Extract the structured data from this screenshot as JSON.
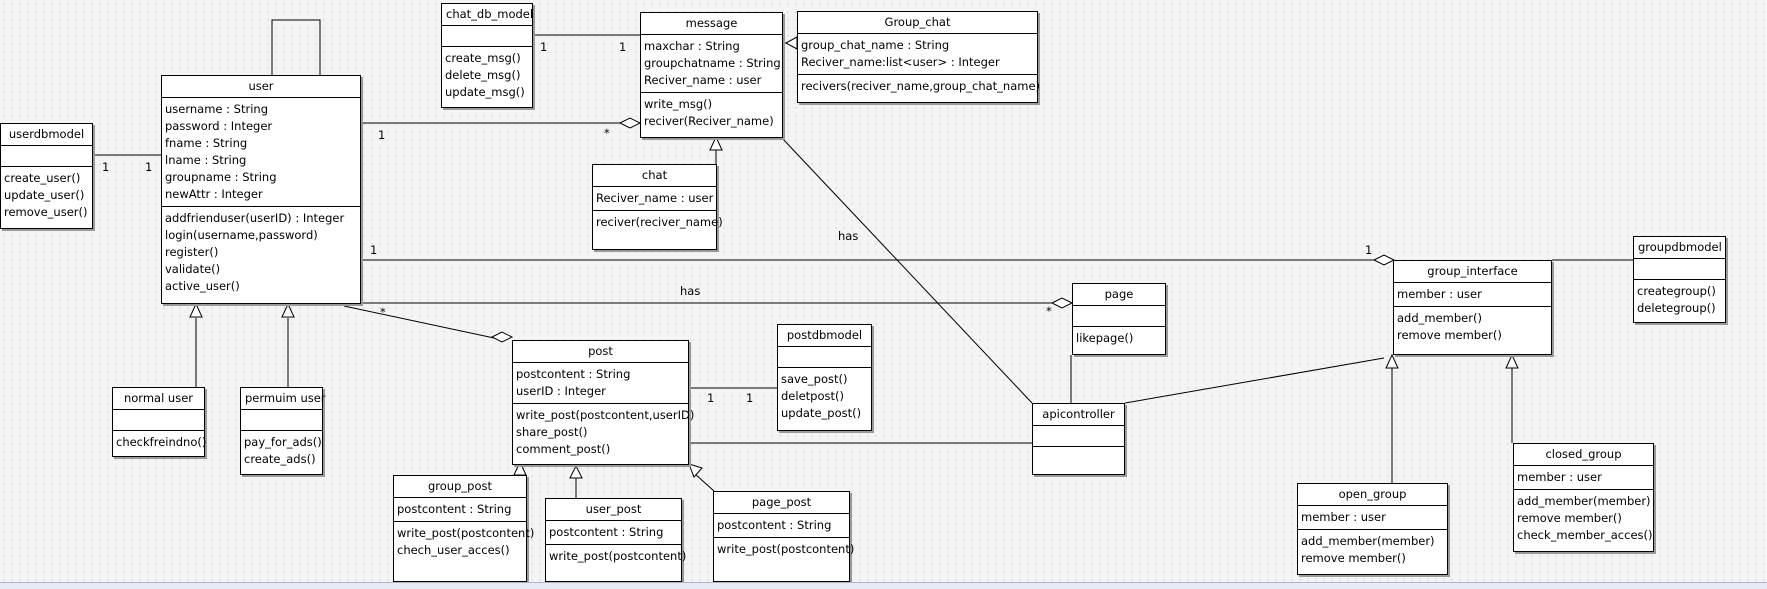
{
  "classes": {
    "user": {
      "name": "user",
      "attrs": [
        "username : String",
        "password : Integer",
        "fname : String",
        "lname : String",
        "groupname : String",
        "newAttr : Integer"
      ],
      "ops": [
        "addfrienduser(userID) : Integer",
        "login(username,password)",
        "register()",
        "validate()",
        "active_user()"
      ]
    },
    "userdbmodel": {
      "name": "userdbmodel",
      "attrs": [],
      "ops": [
        "create_user()",
        "update_user()",
        "remove_user()"
      ]
    },
    "chat_db_model": {
      "name": "chat_db_model",
      "attrs": [],
      "ops": [
        "create_msg()",
        "delete_msg()",
        "update_msg()"
      ]
    },
    "message": {
      "name": "message",
      "attrs": [
        "maxchar : String",
        "groupchatname : String",
        "Reciver_name : user"
      ],
      "ops": [
        "write_msg()",
        "reciver(Reciver_name)"
      ]
    },
    "group_chat": {
      "name": "Group_chat",
      "attrs": [
        "group_chat_name : String",
        "Reciver_name:list<user> : Integer"
      ],
      "ops": [
        "recivers(reciver_name,group_chat_name)"
      ]
    },
    "chat": {
      "name": "chat",
      "attrs": [
        "Reciver_name : user"
      ],
      "ops": [
        "reciver(reciver_name)"
      ]
    },
    "normal_user": {
      "name": "normal user",
      "attrs": [],
      "ops": [
        "checkfreindno()"
      ]
    },
    "permuim_user": {
      "name": "permuim user",
      "attrs": [],
      "ops": [
        "pay_for_ads()",
        "create_ads()"
      ]
    },
    "post": {
      "name": "post",
      "attrs": [
        "postcontent : String",
        "userID : Integer"
      ],
      "ops": [
        "write_post(postcontent,userID)",
        "share_post()",
        "comment_post()"
      ]
    },
    "postdbmodel": {
      "name": "postdbmodel",
      "attrs": [],
      "ops": [
        "save_post()",
        "deletpost()",
        "update_post()"
      ]
    },
    "group_post": {
      "name": "group_post",
      "attrs": [
        "postcontent : String"
      ],
      "ops": [
        "write_post(postcontent)",
        "chech_user_acces()"
      ]
    },
    "user_post": {
      "name": "user_post",
      "attrs": [
        "postcontent : String"
      ],
      "ops": [
        "write_post(postcontent)"
      ]
    },
    "page_post": {
      "name": "page_post",
      "attrs": [
        "postcontent : String"
      ],
      "ops": [
        "write_post(postcontent)"
      ]
    },
    "page": {
      "name": "page",
      "attrs": [],
      "ops": [
        "likepage()"
      ]
    },
    "apicontroller": {
      "name": "apicontroller",
      "attrs": [],
      "ops": []
    },
    "group_interface": {
      "name": "group_interface",
      "attrs": [
        "member : user"
      ],
      "ops": [
        "add_member()",
        "remove member()"
      ]
    },
    "groupdbmodel": {
      "name": "groupdbmodel",
      "attrs": [],
      "ops": [
        "creategroup()",
        "deletegroup()"
      ]
    },
    "open_group": {
      "name": "open_group",
      "attrs": [
        "member : user"
      ],
      "ops": [
        "add_member(member)",
        "remove member()"
      ]
    },
    "closed_group": {
      "name": "closed_group",
      "attrs": [
        "member : user"
      ],
      "ops": [
        "add_member(member)",
        "remove member()",
        "check_member_acces()"
      ]
    }
  },
  "labels": {
    "m_userdb_1": "1",
    "m_user_1": "1",
    "m_chatdb_1": "1",
    "m_msg_1": "1",
    "m_user_msg_1": "1",
    "m_user_msg_star": "*",
    "m_user_grp_1": "1",
    "m_grp_1": "1",
    "has_page": "has",
    "m_page_star": "*",
    "m_post_star": "*",
    "m_post_db_1": "1",
    "m_postdb_1": "1",
    "has_api": "has"
  }
}
